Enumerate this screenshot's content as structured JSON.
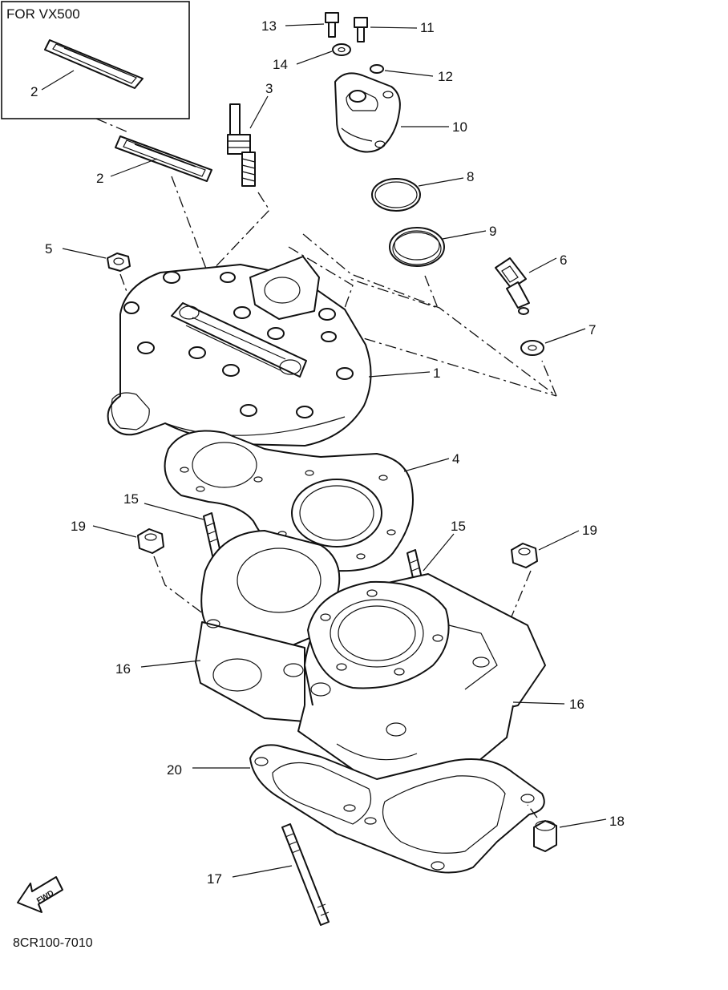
{
  "inset": {
    "title": "FOR VX500"
  },
  "callouts": {
    "c1": "1",
    "c2a": "2",
    "c2b": "2",
    "c3": "3",
    "c4": "4",
    "c5": "5",
    "c6": "6",
    "c7": "7",
    "c8": "8",
    "c9": "9",
    "c10": "10",
    "c11": "11",
    "c12": "12",
    "c13": "13",
    "c14": "14",
    "c15a": "15",
    "c15b": "15",
    "c16a": "16",
    "c16b": "16",
    "c17": "17",
    "c18": "18",
    "c19a": "19",
    "c19b": "19",
    "c20": "20"
  },
  "direction_arrow": {
    "label": "FWD"
  },
  "diagram_code": "8CR100-7010",
  "parts": {
    "cylinder_head": {
      "icon": "cylinder-head-icon"
    },
    "decal": {
      "icon": "decal-icon"
    },
    "spark_plug": {
      "icon": "spark-plug-icon"
    },
    "head_gasket": {
      "icon": "gasket-icon"
    },
    "thermostat_cover": {
      "icon": "thermostat-cover-icon"
    },
    "cylinder_block": {
      "icon": "cylinder-block-icon"
    },
    "base_gasket": {
      "icon": "base-gasket-icon"
    },
    "stud_bolt": {
      "icon": "stud-bolt-icon"
    },
    "nut": {
      "icon": "nut-icon"
    },
    "temperature_sensor": {
      "icon": "sensor-icon"
    },
    "o_ring": {
      "icon": "o-ring-icon"
    }
  }
}
